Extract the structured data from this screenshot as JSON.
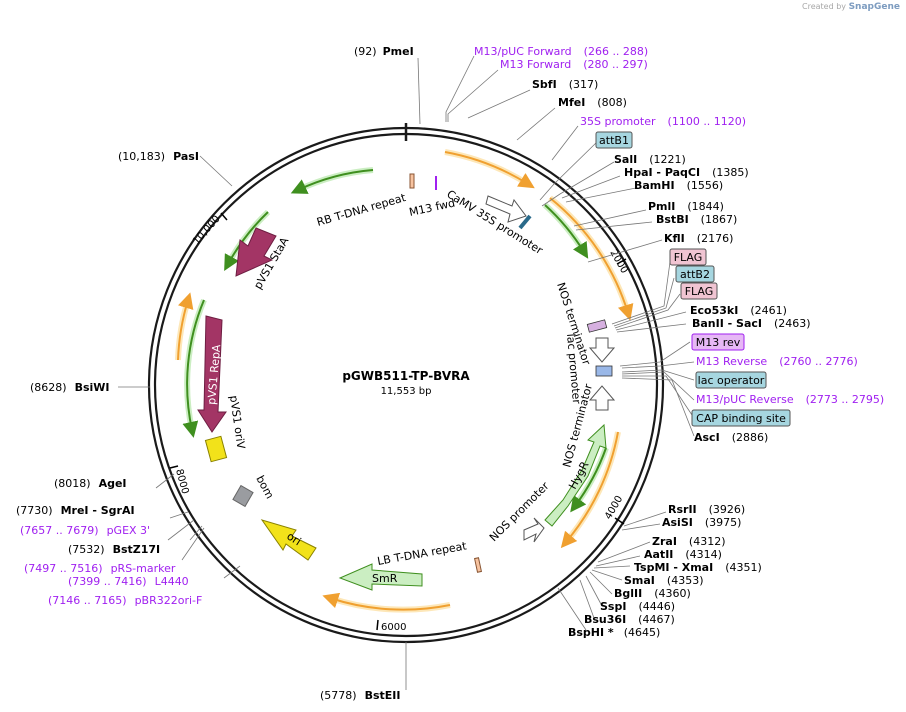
{
  "watermark": {
    "prefix": "Created by",
    "brand": "SnapGene"
  },
  "plasmid": {
    "name": "pGWB511-TP-BVRA",
    "size": "11,553 bp",
    "length": 11553
  },
  "ticks": [
    {
      "bp": 2000,
      "label": "2000"
    },
    {
      "bp": 4000,
      "label": "4000"
    },
    {
      "bp": 6000,
      "label": "6000"
    },
    {
      "bp": 8000,
      "label": "8000"
    },
    {
      "bp": 10000,
      "label": "10,000"
    }
  ],
  "sites": [
    {
      "pos": "(92)",
      "name": "PmeI"
    },
    {
      "name": "SbfI",
      "pos": "(317)"
    },
    {
      "name": "MfeI",
      "pos": "(808)"
    },
    {
      "name": "SalI",
      "pos": "(1221)"
    },
    {
      "name": "HpaI - PaqCI",
      "pos": "(1385)"
    },
    {
      "name": "BamHI",
      "pos": "(1556)"
    },
    {
      "name": "PmlI",
      "pos": "(1844)"
    },
    {
      "name": "BstBI",
      "pos": "(1867)"
    },
    {
      "name": "KflI",
      "pos": "(2176)"
    },
    {
      "name": "Eco53kI",
      "pos": "(2461)"
    },
    {
      "name": "BanII - SacI",
      "pos": "(2463)"
    },
    {
      "name": "AscI",
      "pos": "(2886)"
    },
    {
      "name": "RsrII",
      "pos": "(3926)"
    },
    {
      "name": "AsiSI",
      "pos": "(3975)"
    },
    {
      "name": "ZraI",
      "pos": "(4312)"
    },
    {
      "name": "AatII",
      "pos": "(4314)"
    },
    {
      "name": "TspMI - XmaI",
      "pos": "(4351)"
    },
    {
      "name": "SmaI",
      "pos": "(4353)"
    },
    {
      "name": "BglII",
      "pos": "(4360)"
    },
    {
      "name": "SspI",
      "pos": "(4446)"
    },
    {
      "name": "Bsu36I",
      "pos": "(4467)"
    },
    {
      "name": "BspHI *",
      "pos": "(4645)"
    },
    {
      "pos": "(5778)",
      "name": "BstEII"
    },
    {
      "pos": "(7532)",
      "name": "BstZ17I"
    },
    {
      "pos": "(7730)",
      "name": "MreI - SgrAI"
    },
    {
      "pos": "(8018)",
      "name": "AgeI"
    },
    {
      "pos": "(8628)",
      "name": "BsiWI"
    },
    {
      "pos": "(10,183)",
      "name": "PasI"
    }
  ],
  "primers": [
    {
      "name": "M13/pUC Forward",
      "range": "(266 .. 288)"
    },
    {
      "name": "M13 Forward",
      "range": "(280 .. 297)"
    },
    {
      "name": "35S promoter",
      "range": "(1100 .. 1120)"
    },
    {
      "name": "M13 Reverse",
      "range": "(2760 .. 2776)"
    },
    {
      "name": "M13/pUC Reverse",
      "range": "(2773 .. 2795)"
    },
    {
      "range": "(7657 .. 7679)",
      "name": "pGEX 3'"
    },
    {
      "range": "(7497 .. 7516)",
      "name": "pRS-marker"
    },
    {
      "range": "(7399 .. 7416)",
      "name": "L4440"
    },
    {
      "range": "(7146 .. 7165)",
      "name": "pBR322ori-F"
    }
  ],
  "boxed_features": [
    {
      "label": "attB1",
      "kind": "attB"
    },
    {
      "label": "FLAG",
      "kind": "flag"
    },
    {
      "label": "attB2",
      "kind": "attB"
    },
    {
      "label": "FLAG",
      "kind": "flag"
    },
    {
      "label": "M13 rev",
      "kind": "primer"
    },
    {
      "label": "lac operator",
      "kind": "attB"
    },
    {
      "label": "CAP binding site",
      "kind": "attB"
    }
  ],
  "inner_labels": [
    {
      "text": "RB T-DNA repeat"
    },
    {
      "text": "M13 fwd"
    },
    {
      "text": "CaMV 35S promoter"
    },
    {
      "text": "NOS terminator"
    },
    {
      "text": "lac promoter"
    },
    {
      "text": "NOS terminator"
    },
    {
      "text": "NOS promoter"
    },
    {
      "text": "LB T-DNA repeat"
    },
    {
      "text": "bom"
    },
    {
      "text": "pVS1 oriV"
    }
  ],
  "arrow_labels": {
    "hygr": "HygR",
    "smr": "SmR",
    "ori": "ori",
    "pvs1_stam": "pVS1 StaA",
    "pvs1_repa": "pVS1 RepA"
  },
  "colors": {
    "backbone": "#1a1a1a",
    "orf": "#f0a030",
    "orf_fill": "#fde7b8",
    "green_orf": "#3f8f1f",
    "green_fill": "#cbeec2",
    "primer": "#a020f0",
    "pvs1": "#a33565",
    "ori": "#f2e21a",
    "attB": "#a6d6e0",
    "flag": "#f0c4d2",
    "m13rev": "#e6b8f5"
  }
}
